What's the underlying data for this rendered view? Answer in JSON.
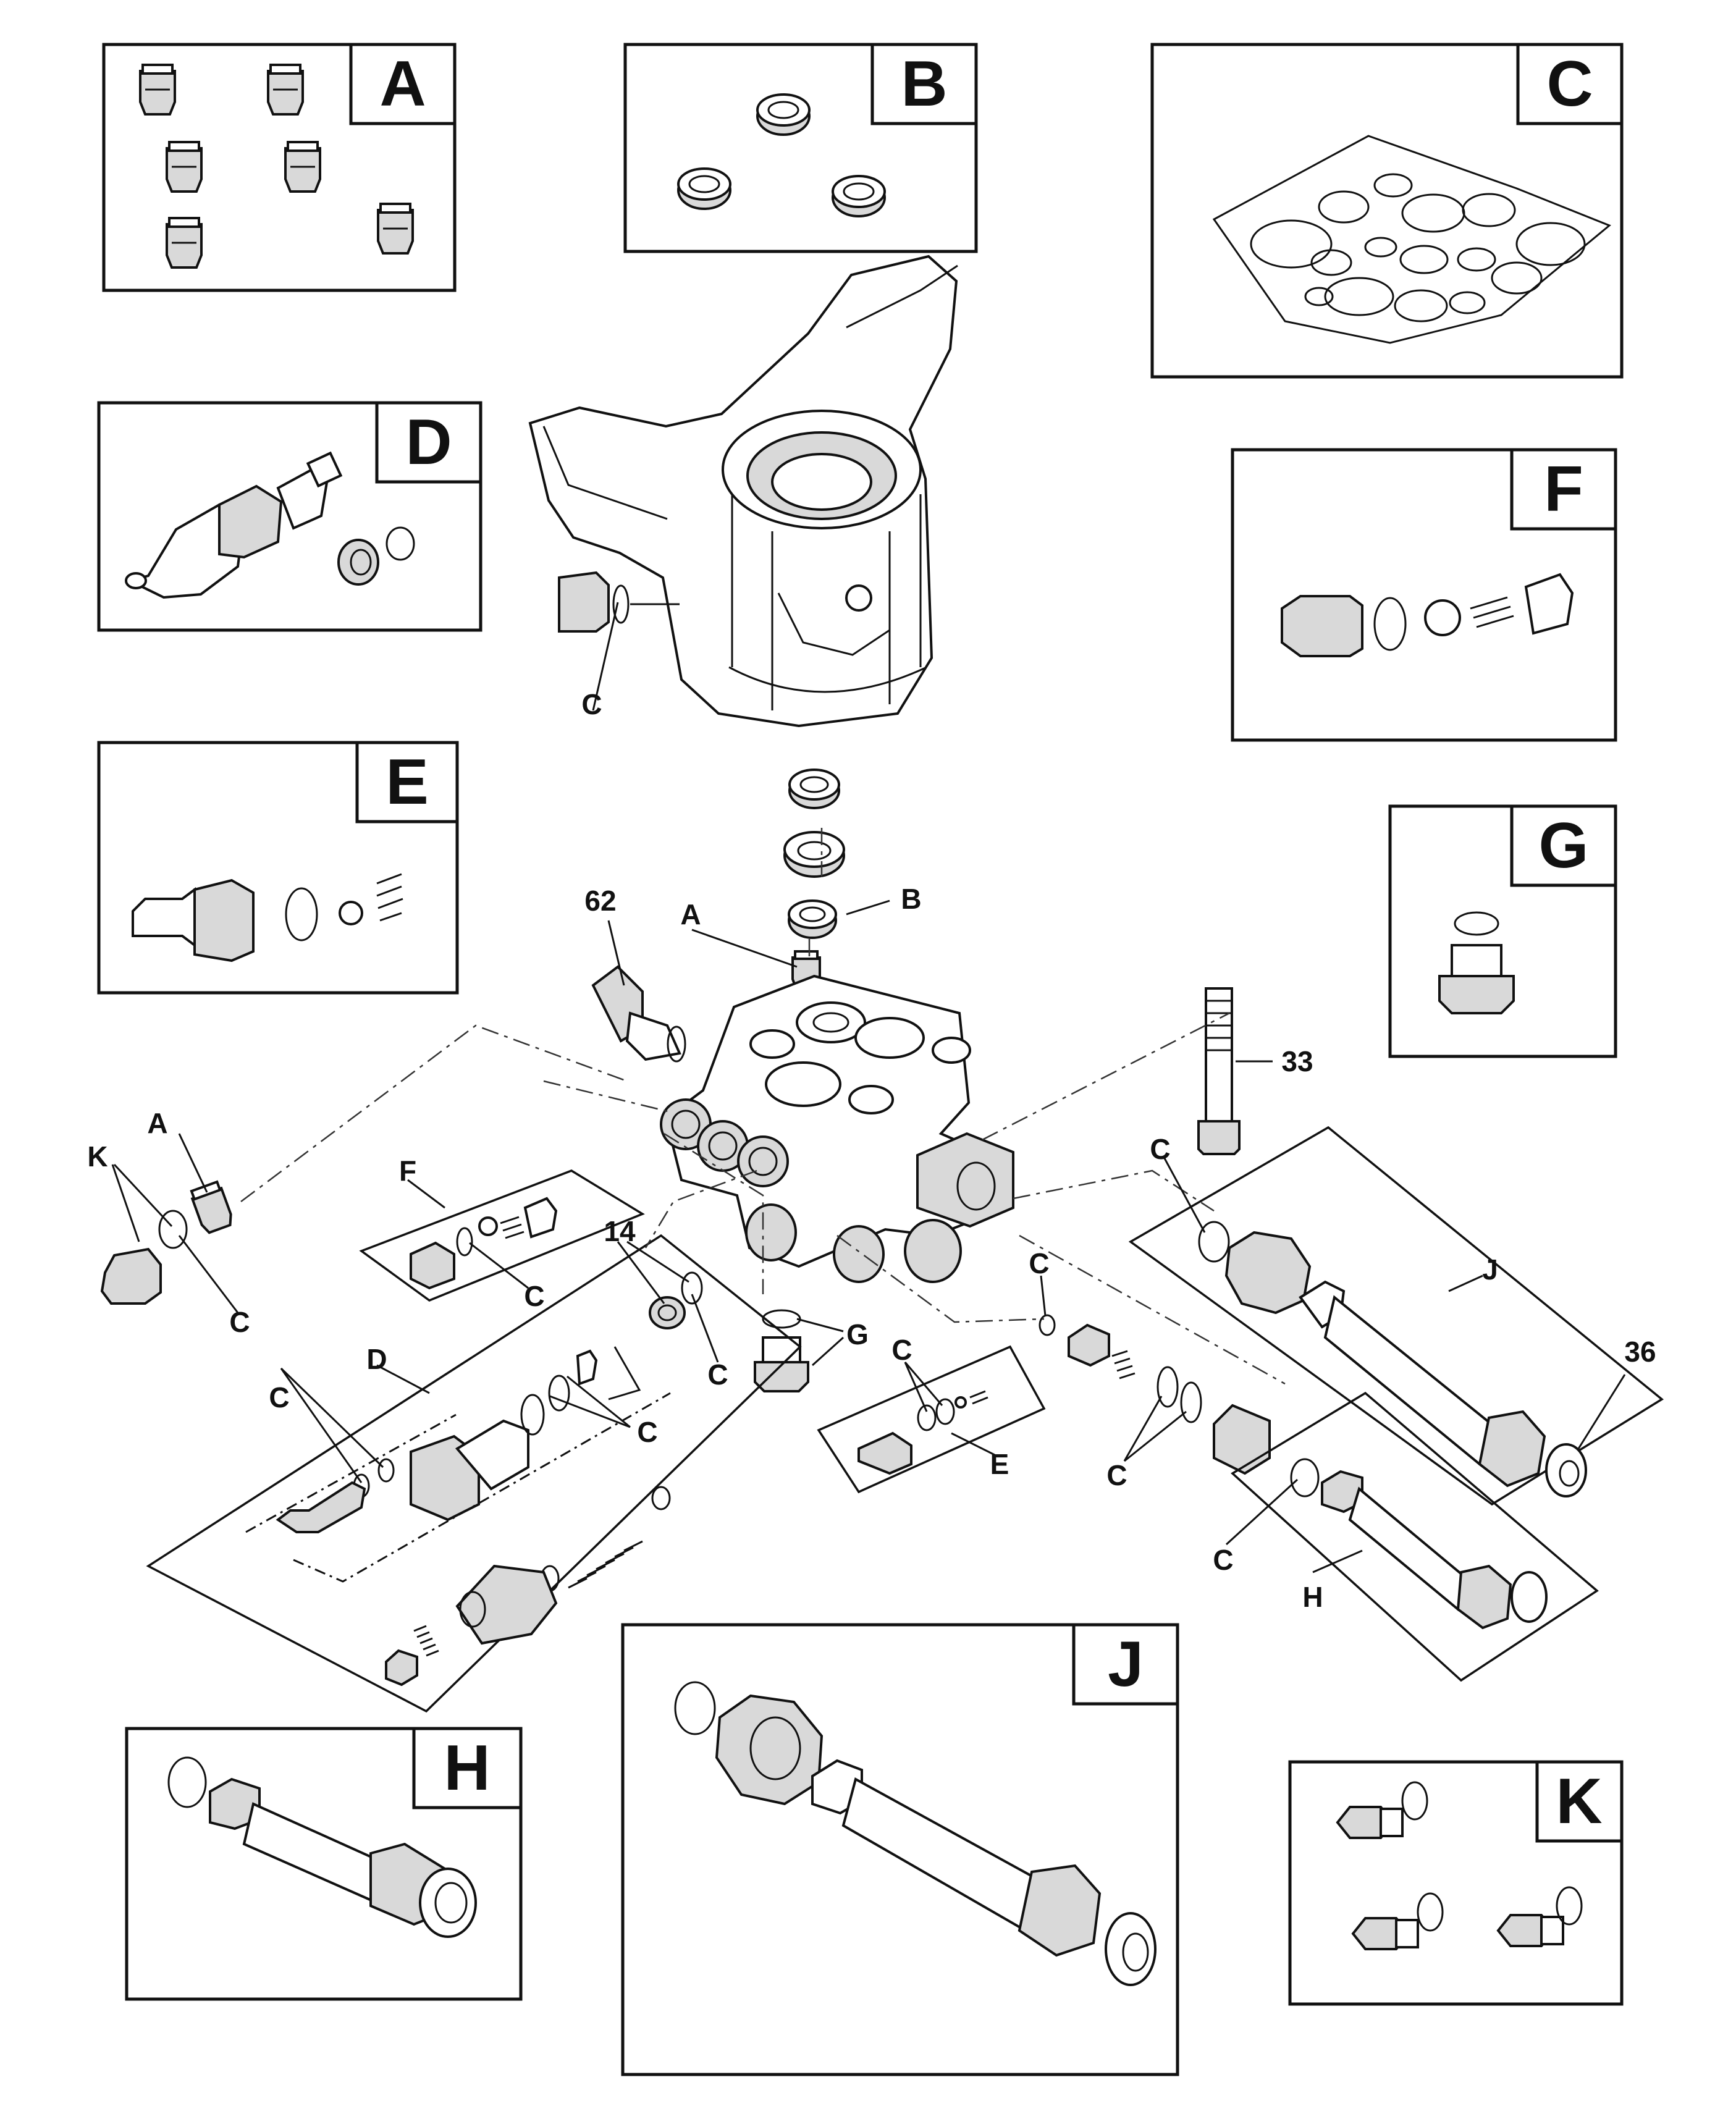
{
  "kit_boxes": {
    "A": "A",
    "B": "B",
    "C": "C",
    "D": "D",
    "E": "E",
    "F": "F",
    "G": "G",
    "H": "H",
    "J": "J",
    "K": "K"
  },
  "callouts": {
    "A_top": "A",
    "B_top": "B",
    "C_inlet": "C",
    "p62": "62",
    "p33": "33",
    "p14": "14",
    "p36": "36",
    "K": "K",
    "A_left": "A",
    "C_left": "C",
    "F": "F",
    "C_f": "C",
    "C_14": "C",
    "G": "G",
    "D": "D",
    "C_d1": "C",
    "C_d2": "C",
    "C_e": "C",
    "E": "E",
    "C_mid": "C",
    "C_mid2": "C",
    "C_j": "C",
    "J": "J",
    "C_h": "C",
    "H": "H"
  }
}
